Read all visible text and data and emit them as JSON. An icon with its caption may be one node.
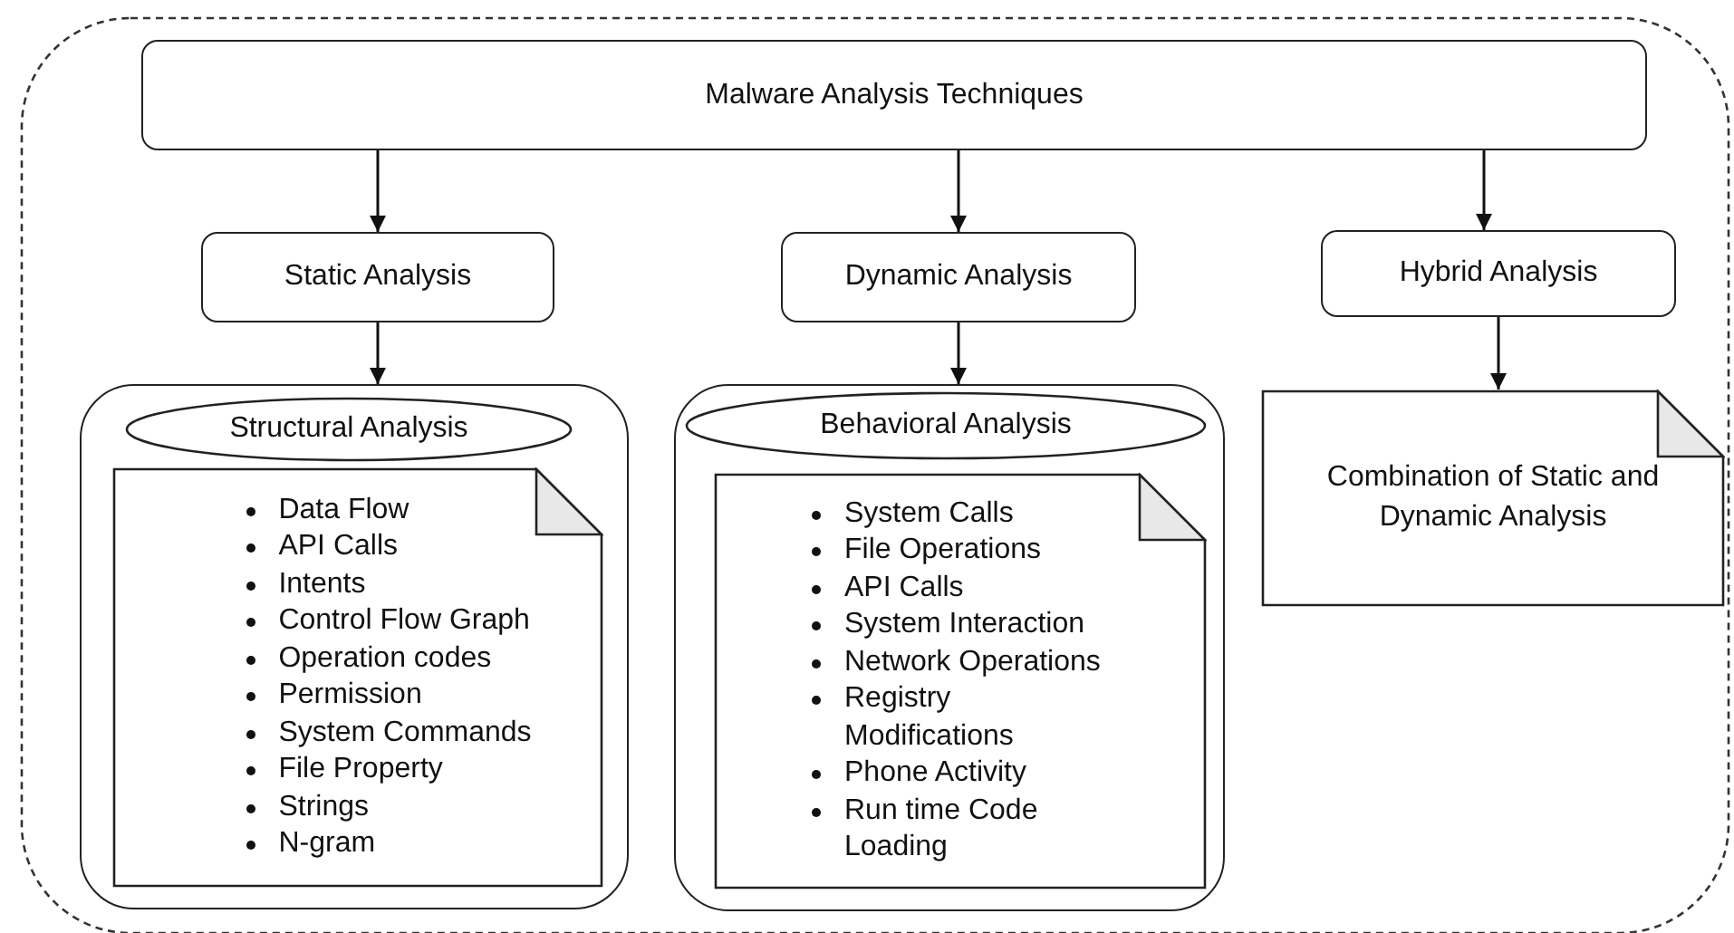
{
  "diagram": {
    "nodes": [
      {
        "text": [
          "Malware Analysis Techniques"
        ]
      },
      {
        "text": [
          "Static Analysis"
        ]
      },
      {
        "text": [
          "Dynamic Analysis"
        ]
      },
      {
        "text": [
          "Hybrid Analysis"
        ]
      },
      {
        "text": [],
        "shape": "box"
      },
      {
        "text": [
          "Structural Analysis"
        ],
        "in": 4
      },
      {
        "text": [
          "Data Flow",
          "API Calls",
          "Intents",
          "Control Flow Graph",
          "Operation codes",
          "Permission",
          "System Commands",
          "File Property",
          "Strings",
          "N-gram"
        ],
        "in": 4
      },
      {
        "text": [],
        "shape": "box"
      },
      {
        "text": [
          "Behavioral Analysis"
        ],
        "in": 7
      },
      {
        "text": [
          "System Calls",
          "File Operations",
          "API Calls",
          "System Interaction",
          "Network Operations",
          "Registry Modifications",
          "Phone Activity",
          "Run time Code Loading"
        ],
        "in": 7
      },
      {
        "text": [
          "Combination of Static and Dynamic Analysis"
        ]
      }
    ],
    "edges": [
      {
        "from": 0,
        "to": 1,
        "arrow": "to"
      },
      {
        "from": 0,
        "to": 2,
        "arrow": "to"
      },
      {
        "from": 0,
        "to": 3,
        "arrow": "to"
      },
      {
        "from": 1,
        "to": 4,
        "arrow": "to"
      },
      {
        "from": 2,
        "to": 7,
        "arrow": "to"
      },
      {
        "from": 3,
        "to": 10,
        "arrow": "to"
      }
    ]
  }
}
